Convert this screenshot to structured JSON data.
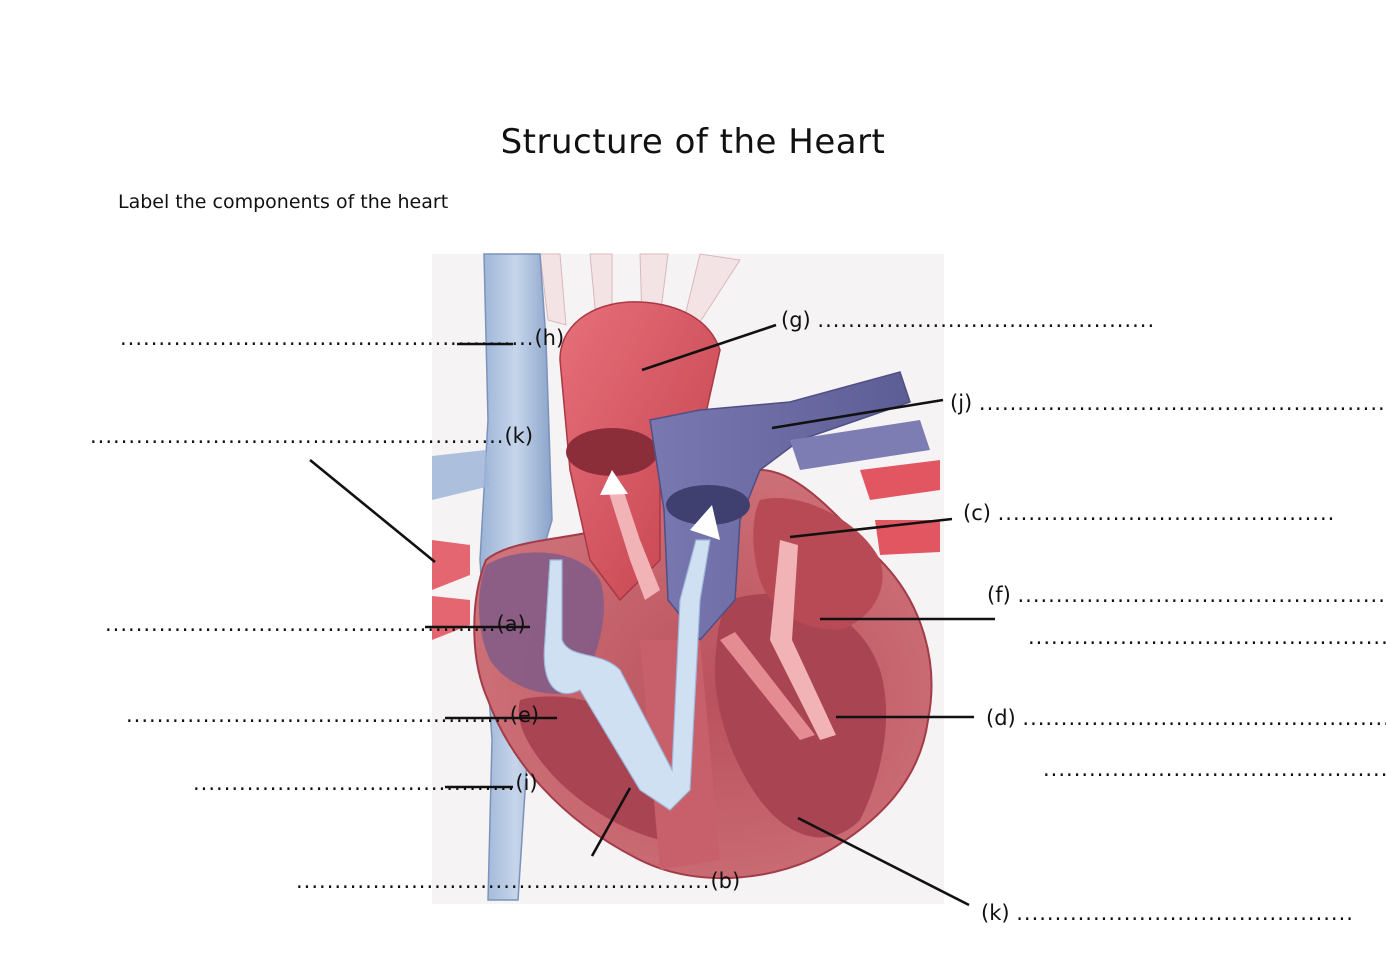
{
  "title": "Structure of the Heart",
  "instruction": "Label the components of the heart",
  "labels": {
    "h": "(h)",
    "k_left": "(k)",
    "a": "(a)",
    "e": "(e)",
    "i": "(i)",
    "b": "(b)",
    "g": "(g)",
    "j": "(j)",
    "c": "(c)",
    "f": "(f)",
    "d": "(d)",
    "k_right": "(k)"
  },
  "blanks": {
    "h": "......................................................",
    "k_left": "......................................................",
    "a": "...................................................",
    "e": "..................................................",
    "i": "..........................................",
    "b": "......................................................",
    "g": "............................................",
    "j": ".....................................................",
    "c": "............................................",
    "f": "..................................................",
    "f2": "..................................................",
    "d": "......................................................",
    "d2": "..................................................",
    "k_right": "............................................"
  },
  "colors": {
    "vein_blue": "#8aa6cc",
    "pulmonary_artery": "#6f6fa8",
    "aorta_red": "#d9505a",
    "muscle": "#c8666d",
    "chamber": "#a94452",
    "flow_arrow_blue": "#cfe0f2",
    "flow_arrow_red": "#f2b3b6"
  }
}
